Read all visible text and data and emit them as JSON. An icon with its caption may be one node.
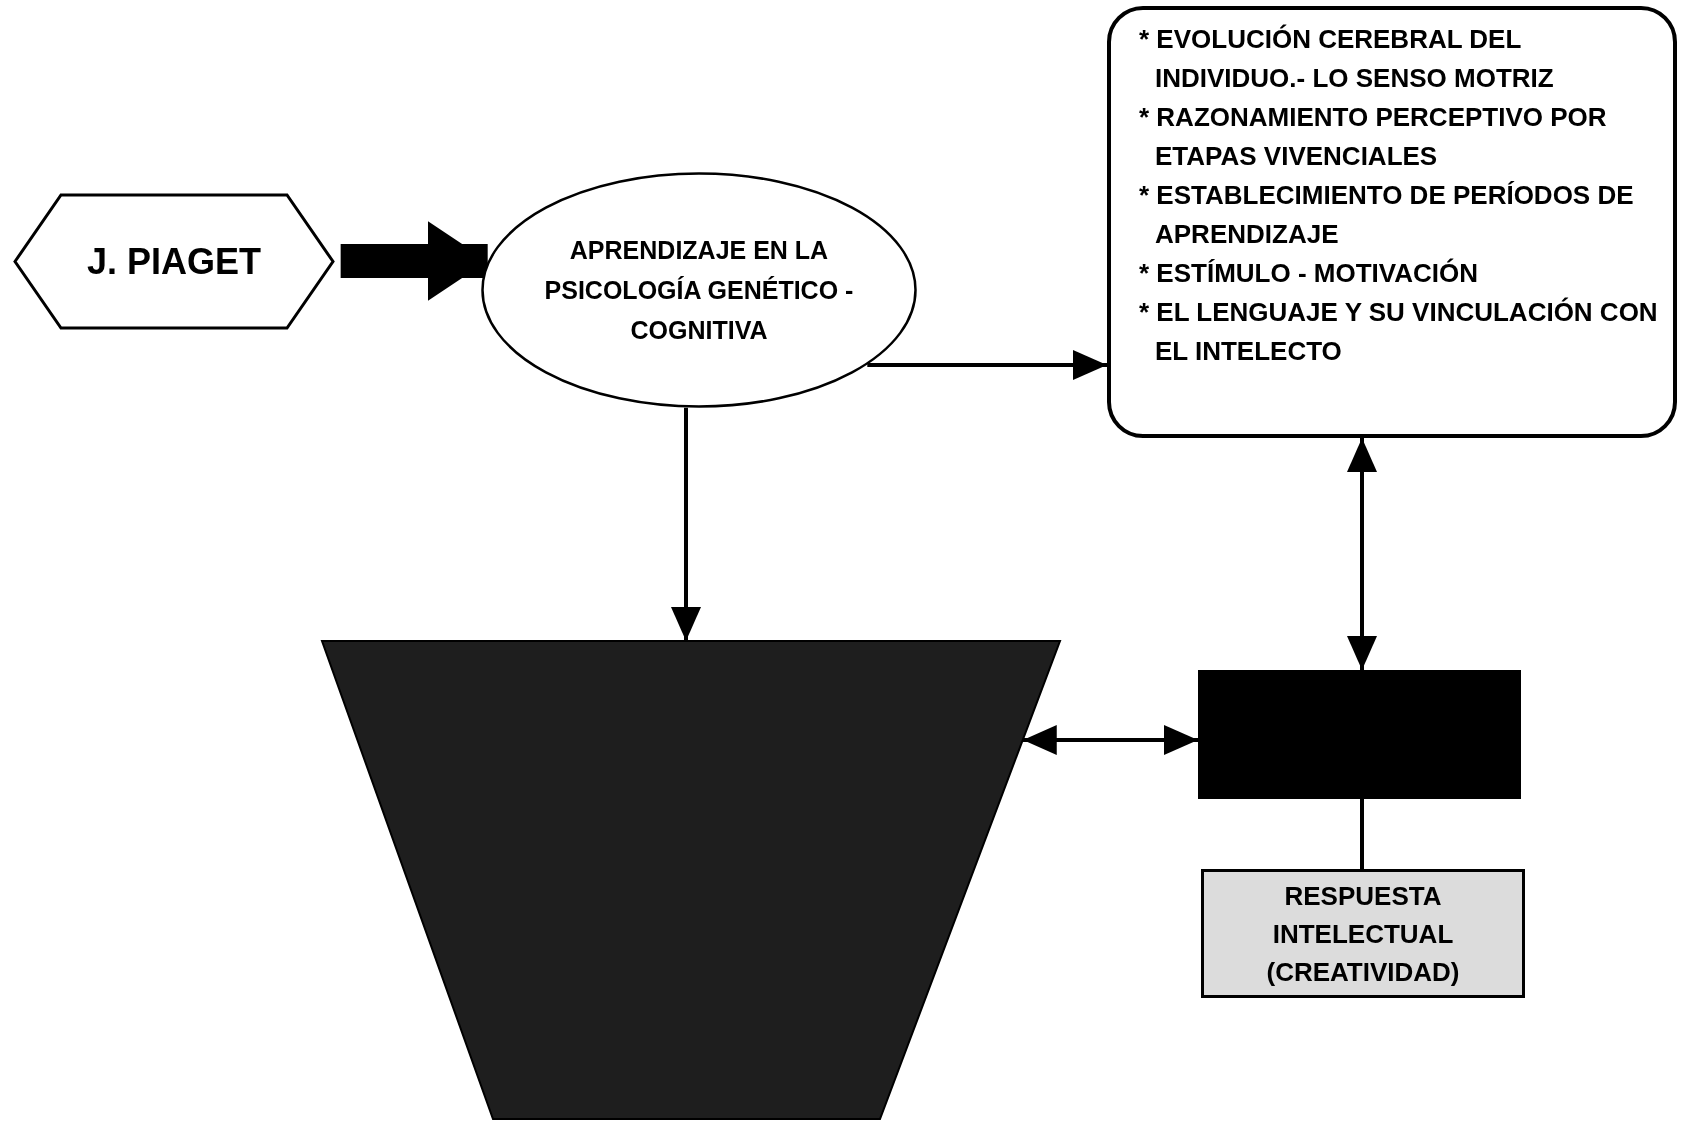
{
  "diagram": {
    "nodes": [
      {
        "text": [
          "J.  PIAGET"
        ]
      },
      {
        "text": [
          "APRENDIZAJE EN LA PSICOLOGÍA GENÉTICO - COGNITIVA"
        ]
      },
      {
        "text": [
          "* EVOLUCIÓN CEREBRAL DEL INDIVIDUO.-  LO SENSO MOTRIZ",
          "* RAZONAMIENTO PERCEPTIVO POR ETAPAS VIVENCIALES",
          "* ESTABLECIMIENTO DE PERÍODOS DE APRENDIZAJE",
          "* ESTÍMULO - MOTIVACIÓN",
          "* EL LENGUAJE Y SU VINCULACIÓN CON EL INTELECTO"
        ]
      },
      {
        "text": [],
        "shape": "trapezoid"
      },
      {
        "text": [],
        "shape": "box"
      },
      {
        "text": [
          "RESPUESTA INTELECTUAL (CREATIVIDAD)"
        ]
      }
    ],
    "edges": [
      {
        "from": 0,
        "to": 1,
        "arrow": "to",
        "style": "thick"
      },
      {
        "from": 1,
        "to": 2,
        "arrow": "to"
      },
      {
        "from": 1,
        "to": 3,
        "arrow": "to"
      },
      {
        "from": 2,
        "to": 4,
        "arrow": "both"
      },
      {
        "from": 3,
        "to": 4,
        "arrow": "both"
      },
      {
        "from": 4,
        "to": 5,
        "arrow": "none"
      }
    ]
  }
}
